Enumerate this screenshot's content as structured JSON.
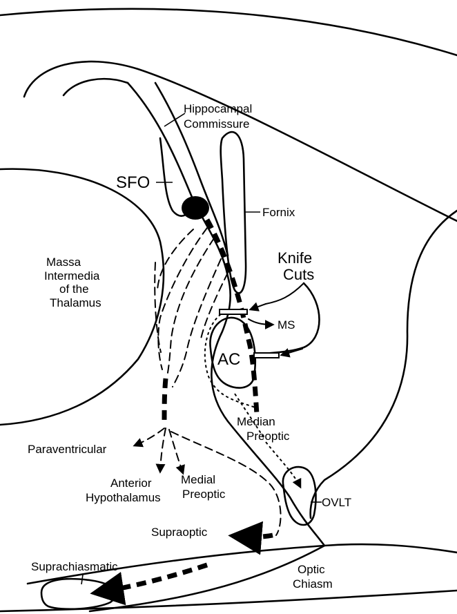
{
  "labels": {
    "hippocampal_1": "Hippocampal",
    "hippocampal_2": "Commissure",
    "sfo": "SFO",
    "fornix": "Fornix",
    "massa_1": "Massa",
    "massa_2": "Intermedia",
    "massa_3": "of the",
    "massa_4": "Thalamus",
    "knife_1": "Knife",
    "knife_2": "Cuts",
    "ms": "MS",
    "ac": "AC",
    "median_1": "Median",
    "median_2": "Preoptic",
    "paraventricular": "Paraventricular",
    "anterior_1": "Anterior",
    "anterior_2": "Hypothalamus",
    "medial_1": "Medial",
    "medial_2": "Preoptic",
    "ovlt": "OVLT",
    "supraoptic": "Supraoptic",
    "suprachiasmatic": "Suprachiasmatic",
    "optic_1": "Optic",
    "optic_2": "Chiasm"
  }
}
